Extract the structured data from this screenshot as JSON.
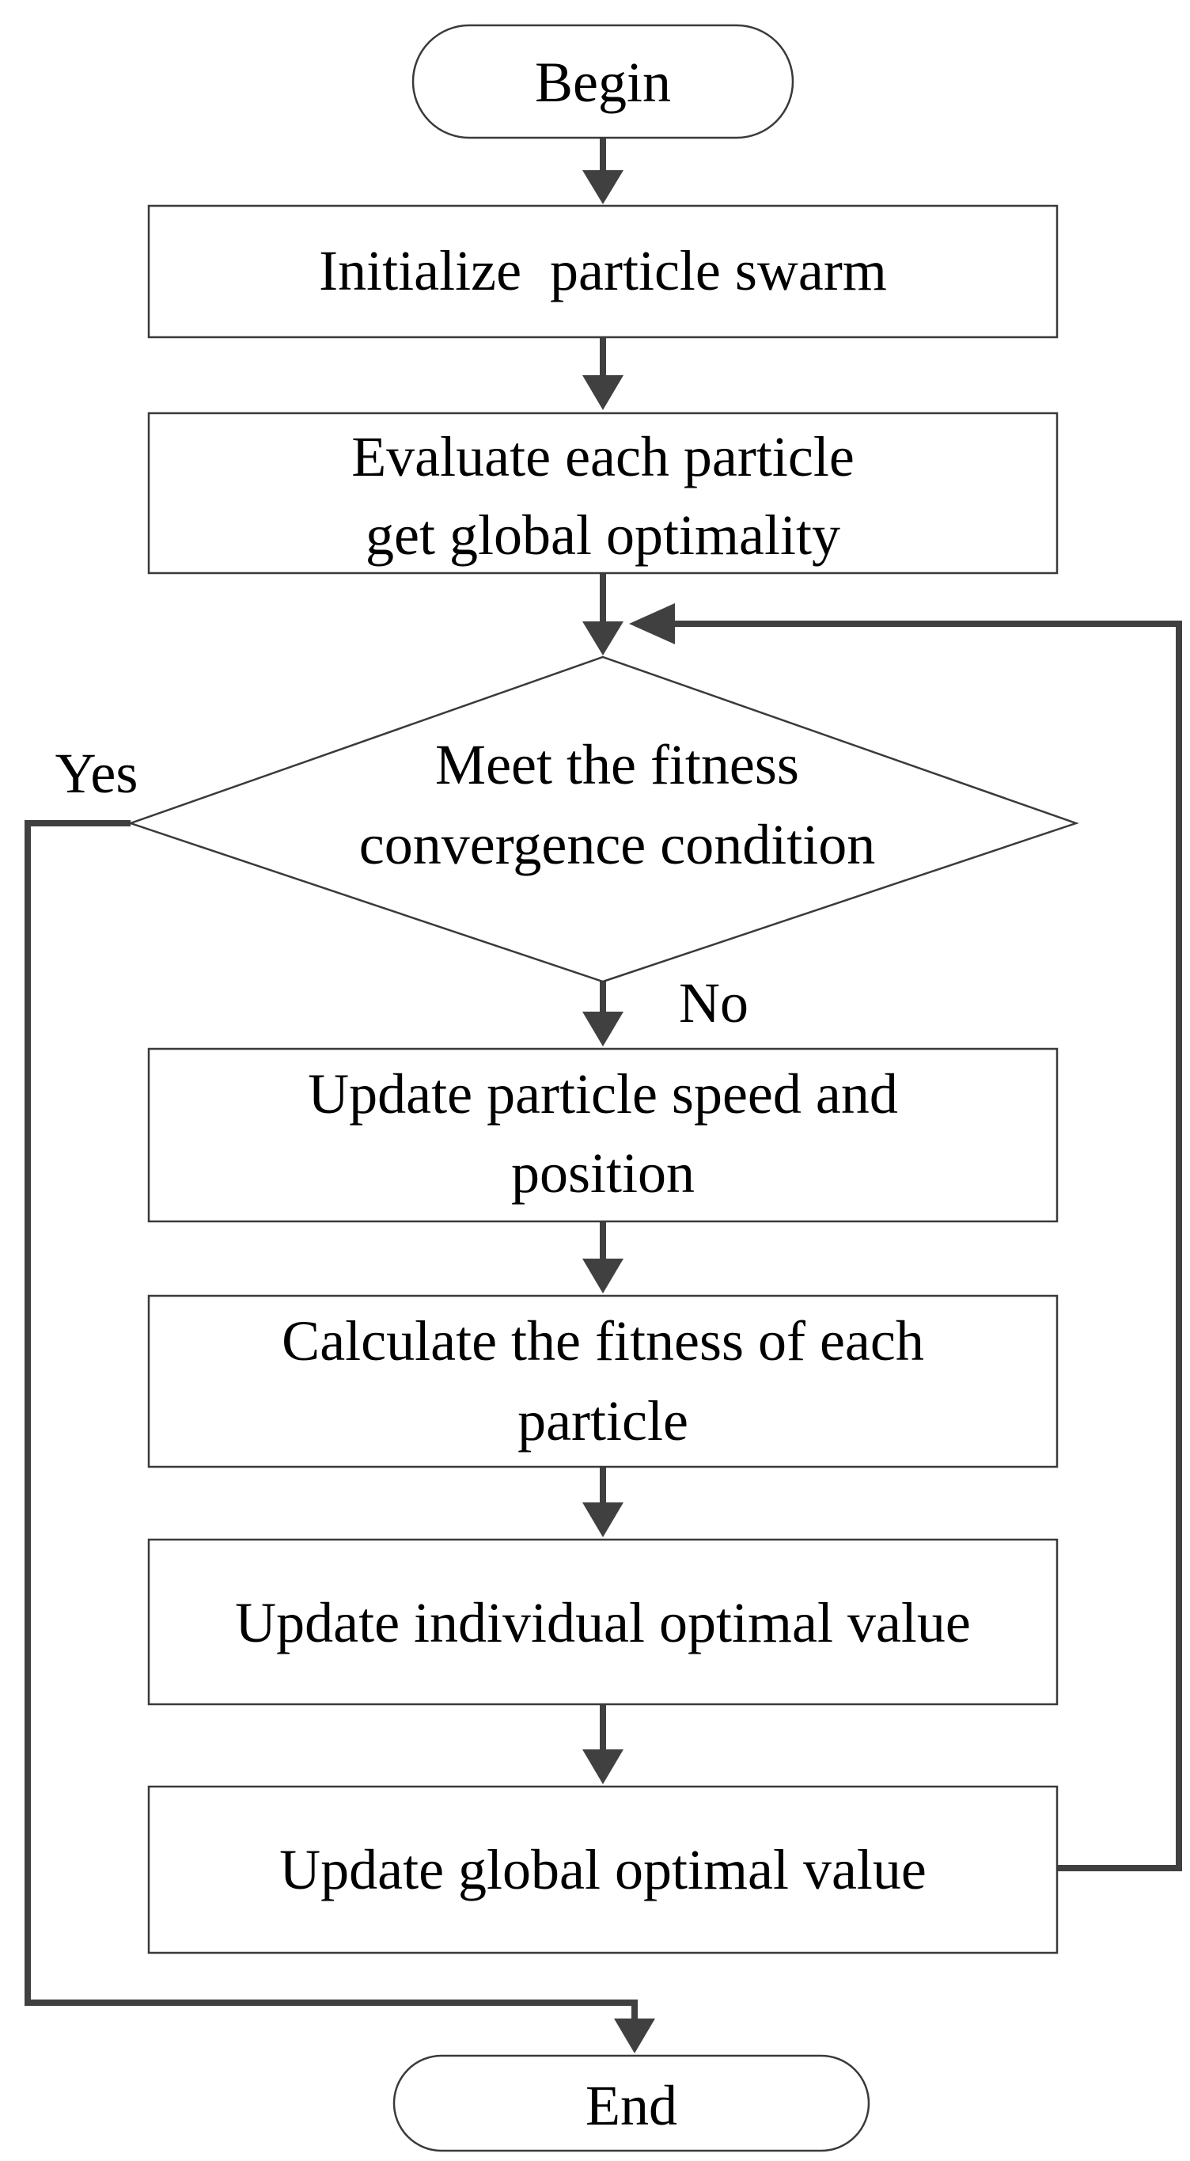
{
  "diagram": {
    "begin": "Begin",
    "init": "Initialize  particle swarm",
    "evaluate": [
      "Evaluate each particle",
      "get global optimality"
    ],
    "decision": [
      "Meet the fitness",
      "convergence condition"
    ],
    "yes": "Yes",
    "no": "No",
    "update_speed": [
      "Update particle speed and",
      "position"
    ],
    "calc_fitness": [
      "Calculate the fitness of each",
      "particle"
    ],
    "update_individual": "Update individual optimal value",
    "update_global": "Update global optimal value",
    "end": "End"
  }
}
